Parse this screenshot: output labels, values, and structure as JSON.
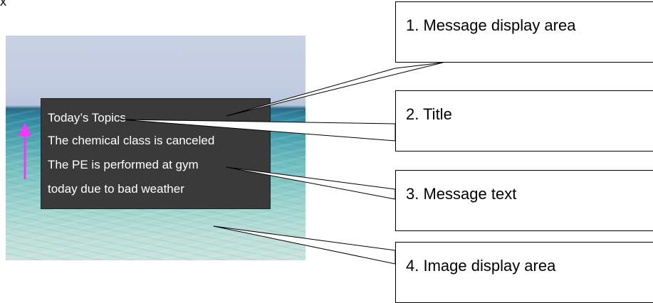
{
  "corner_text": "x",
  "message": {
    "title": "Today’s Topics",
    "lines": [
      "The chemical class is canceled",
      "The PE is performed at gym",
      "today due to bad weather"
    ]
  },
  "callouts": [
    "1. Message display area",
    "2. Title",
    "3. Message text",
    "4. Image display area"
  ],
  "colors": {
    "box": "#3a3a3a",
    "arrow": "#ff33ff"
  }
}
